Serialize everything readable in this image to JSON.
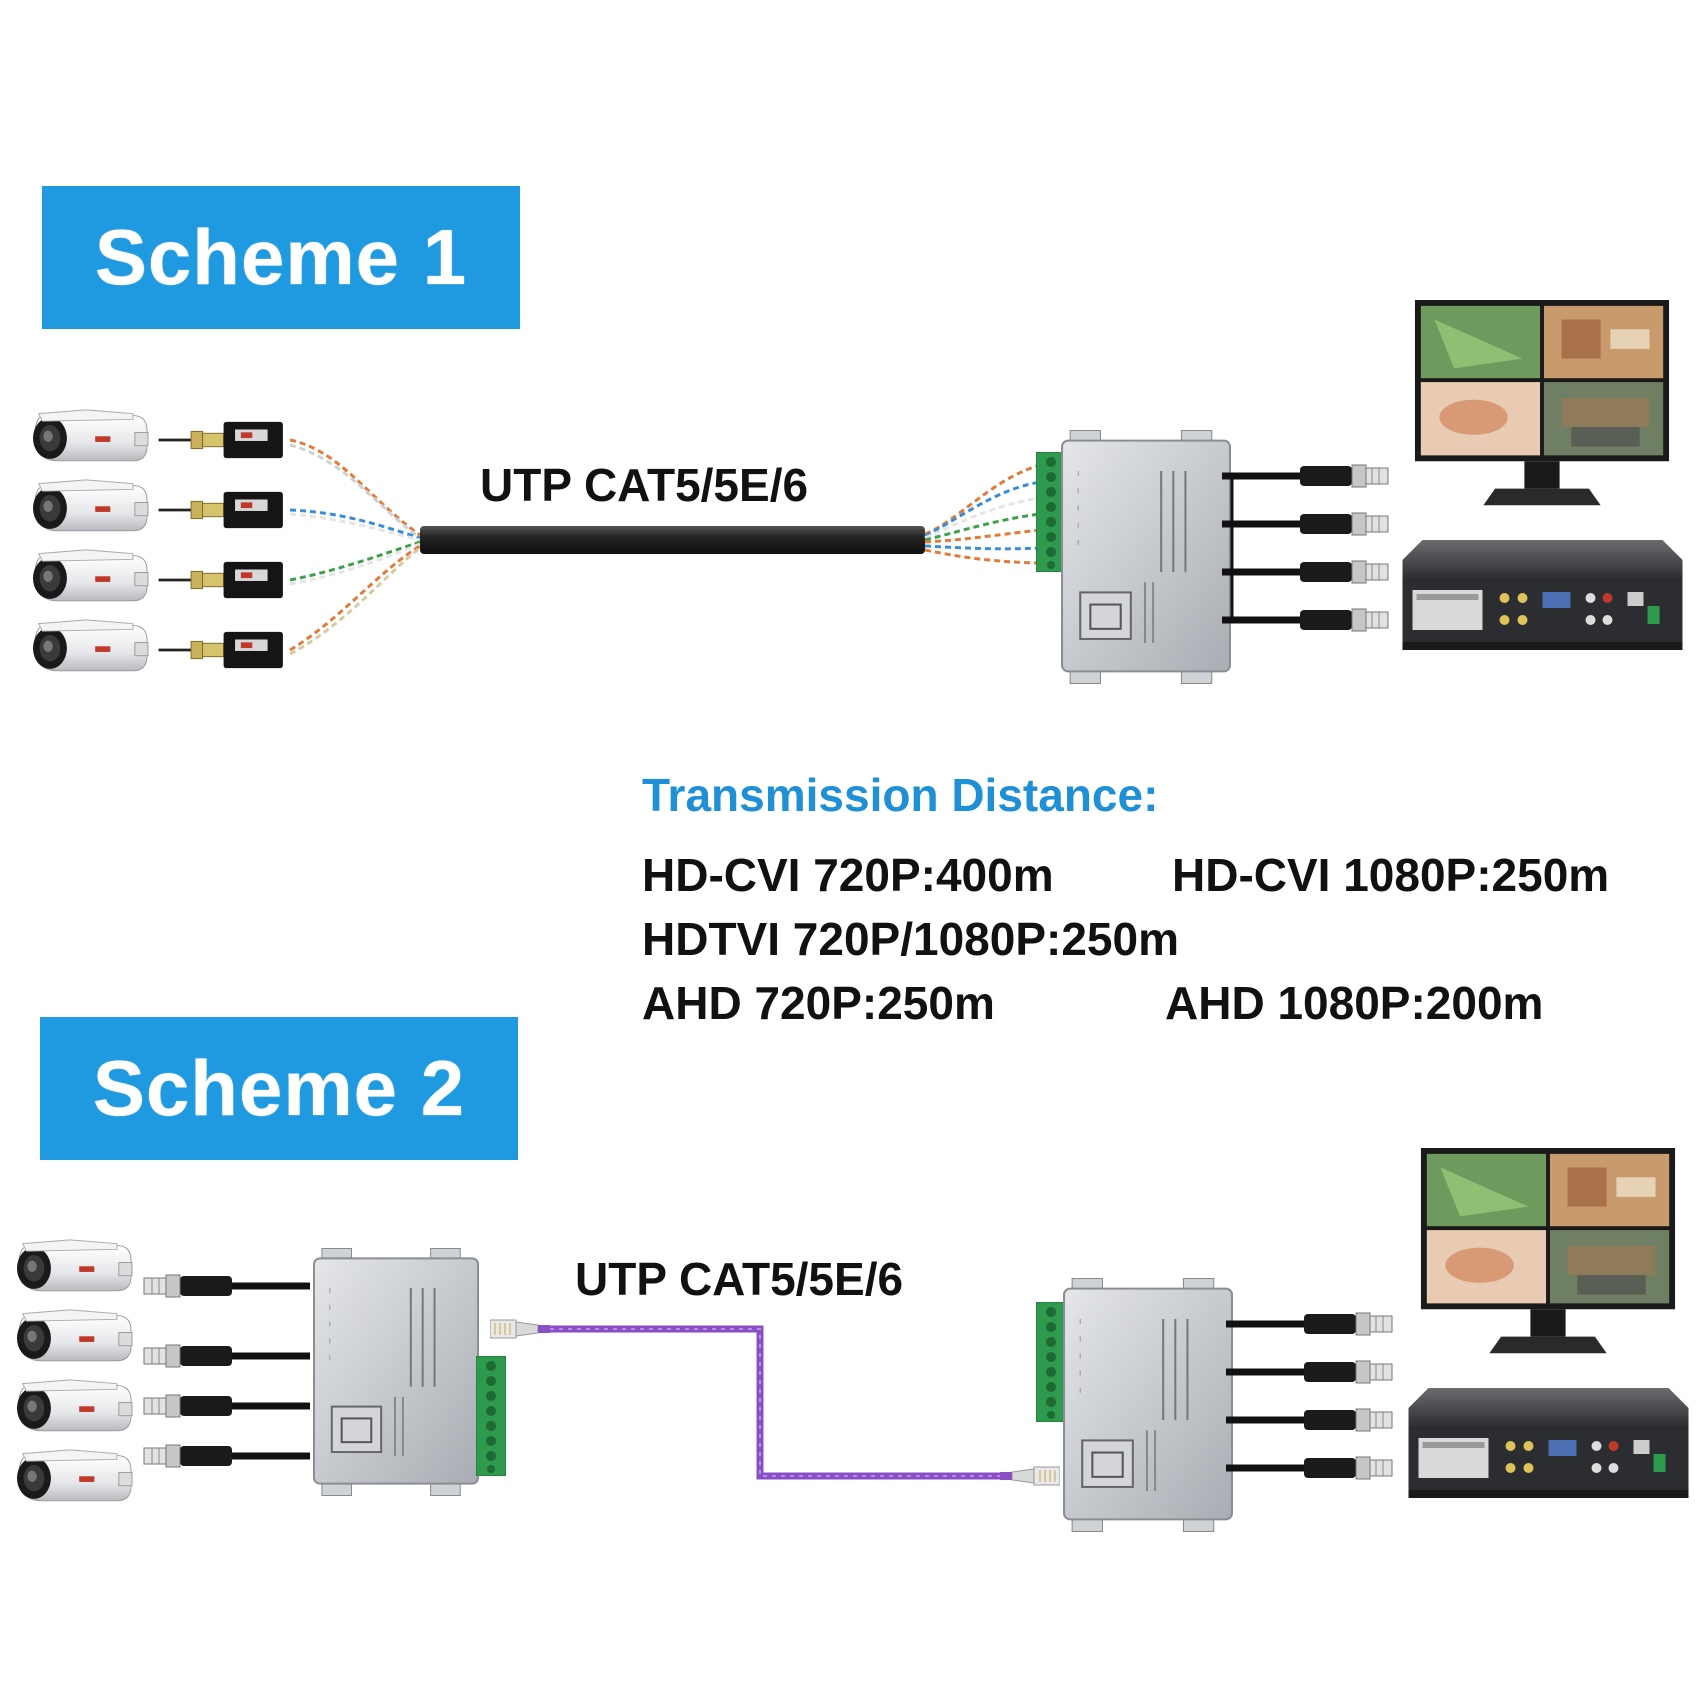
{
  "scheme1": {
    "title": "Scheme 1",
    "cable_label": "UTP CAT5/5E/6"
  },
  "scheme2": {
    "title": "Scheme 2",
    "cable_label": "UTP CAT5/5E/6"
  },
  "transmission": {
    "title": "Transmission Distance:",
    "lines": [
      "HD-CVI 720P:400m",
      "HD-CVI 1080P:250m",
      "HDTVI 720P/1080P:250m",
      "AHD 720P:250m",
      "AHD 1080P:200m"
    ]
  },
  "colors": {
    "banner": "#1f9ae0",
    "heading_blue": "#1f8fd6",
    "cable_black": "#1c1c1c",
    "cable_purple": "#8a4fc4",
    "terminal_green": "#2e9a4e",
    "hub_silver": "#c9ccd0"
  },
  "icons": [
    "bullet-camera-icon",
    "balun-icon",
    "bnc-connector-icon",
    "hub-icon",
    "monitor-icon",
    "dvr-icon",
    "rj45-plug-icon"
  ]
}
